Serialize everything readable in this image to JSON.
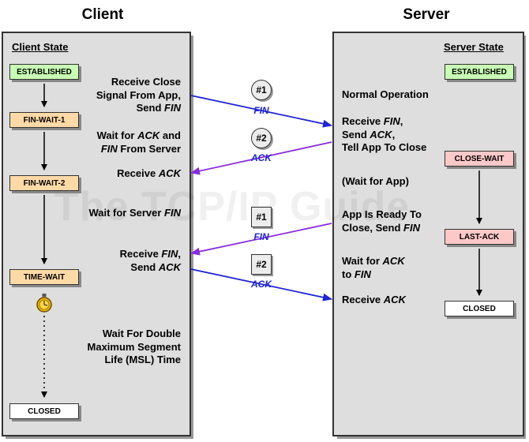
{
  "titles": {
    "client": "Client",
    "server": "Server"
  },
  "client": {
    "header": "Client State",
    "states": [
      "ESTABLISHED",
      "FIN-WAIT-1",
      "FIN-WAIT-2",
      "TIME-WAIT",
      "CLOSED"
    ],
    "labels": {
      "l1a": "Receive Close",
      "l1b": "Signal From App,",
      "l1c": "Send ",
      "l1c_i": "FIN",
      "l2a": "Wait for ",
      "l2a_i": "ACK",
      "l2a_b": " and",
      "l2b_i": "FIN",
      "l2b": " From Server",
      "l3": "Receive ",
      "l3_i": "ACK",
      "l4": "Wait for Server ",
      "l4_i": "FIN",
      "l5a": "Receive ",
      "l5a_i": "FIN",
      "l5a_b": ",",
      "l5b": "Send ",
      "l5b_i": "ACK",
      "l6a": "Wait For Double",
      "l6b": "Maximum Segment",
      "l6c": "Life (MSL) Time"
    }
  },
  "server": {
    "header": "Server State",
    "states": [
      "ESTABLISHED",
      "CLOSE-WAIT",
      "LAST-ACK",
      "CLOSED"
    ],
    "labels": {
      "s1": "Normal Operation",
      "s2a": "Receive ",
      "s2a_i": "FIN",
      "s2a_b": ",",
      "s2b": "Send ",
      "s2b_i": "ACK",
      "s2b_b": ",",
      "s2c": "Tell App To Close",
      "s3": "(Wait for App)",
      "s4a": "App Is Ready To",
      "s4b": "Close, Send ",
      "s4b_i": "FIN",
      "s5a": "Wait for ",
      "s5a_i": "ACK",
      "s5b": "to ",
      "s5b_i": "FIN",
      "s6": "Receive ",
      "s6_i": "ACK"
    }
  },
  "segments": [
    {
      "num": "#1",
      "label": "FIN"
    },
    {
      "num": "#2",
      "label": "ACK"
    },
    {
      "num": "#1",
      "label": "FIN"
    },
    {
      "num": "#2",
      "label": "ACK"
    }
  ],
  "watermark": "The TCP/IP Guide",
  "colors": {
    "established": "#c8ffb4",
    "client_wait": "#ffd9a6",
    "server_wait": "#fcc8c8",
    "blue_arrow": "#1f24d6",
    "purple_arrow": "#8a2be2",
    "timer": "#f2b600"
  }
}
